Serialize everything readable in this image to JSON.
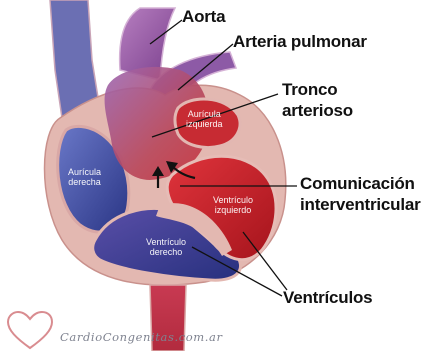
{
  "callouts": {
    "aorta": "Aorta",
    "pulmonary_artery": "Arteria pulmonar",
    "truncus_line1": "Tronco",
    "truncus_line2": "arterioso",
    "vsd_line1": "Comunicación",
    "vsd_line2": "interventricular",
    "ventricles": "Ventrículos"
  },
  "chambers": {
    "left_atrium_line1": "Aurícula",
    "left_atrium_line2": "izquierda",
    "right_atrium_line1": "Aurícula",
    "right_atrium_line2": "derecha",
    "left_ventricle_line1": "Ventrículo",
    "left_ventricle_line2": "izquierdo",
    "right_ventricle_line1": "Ventrículo",
    "right_ventricle_line2": "derecho"
  },
  "brand": {
    "name": "CardioCongenitas.com.ar",
    "logo_icon": "heart-outline-logo"
  },
  "colors": {
    "oxygenated": "#c8202a",
    "deoxygenated": "#2f3d93",
    "mixed": "#8a4a9c",
    "wall": "#e3b8b1",
    "logo": "#d98c90"
  }
}
